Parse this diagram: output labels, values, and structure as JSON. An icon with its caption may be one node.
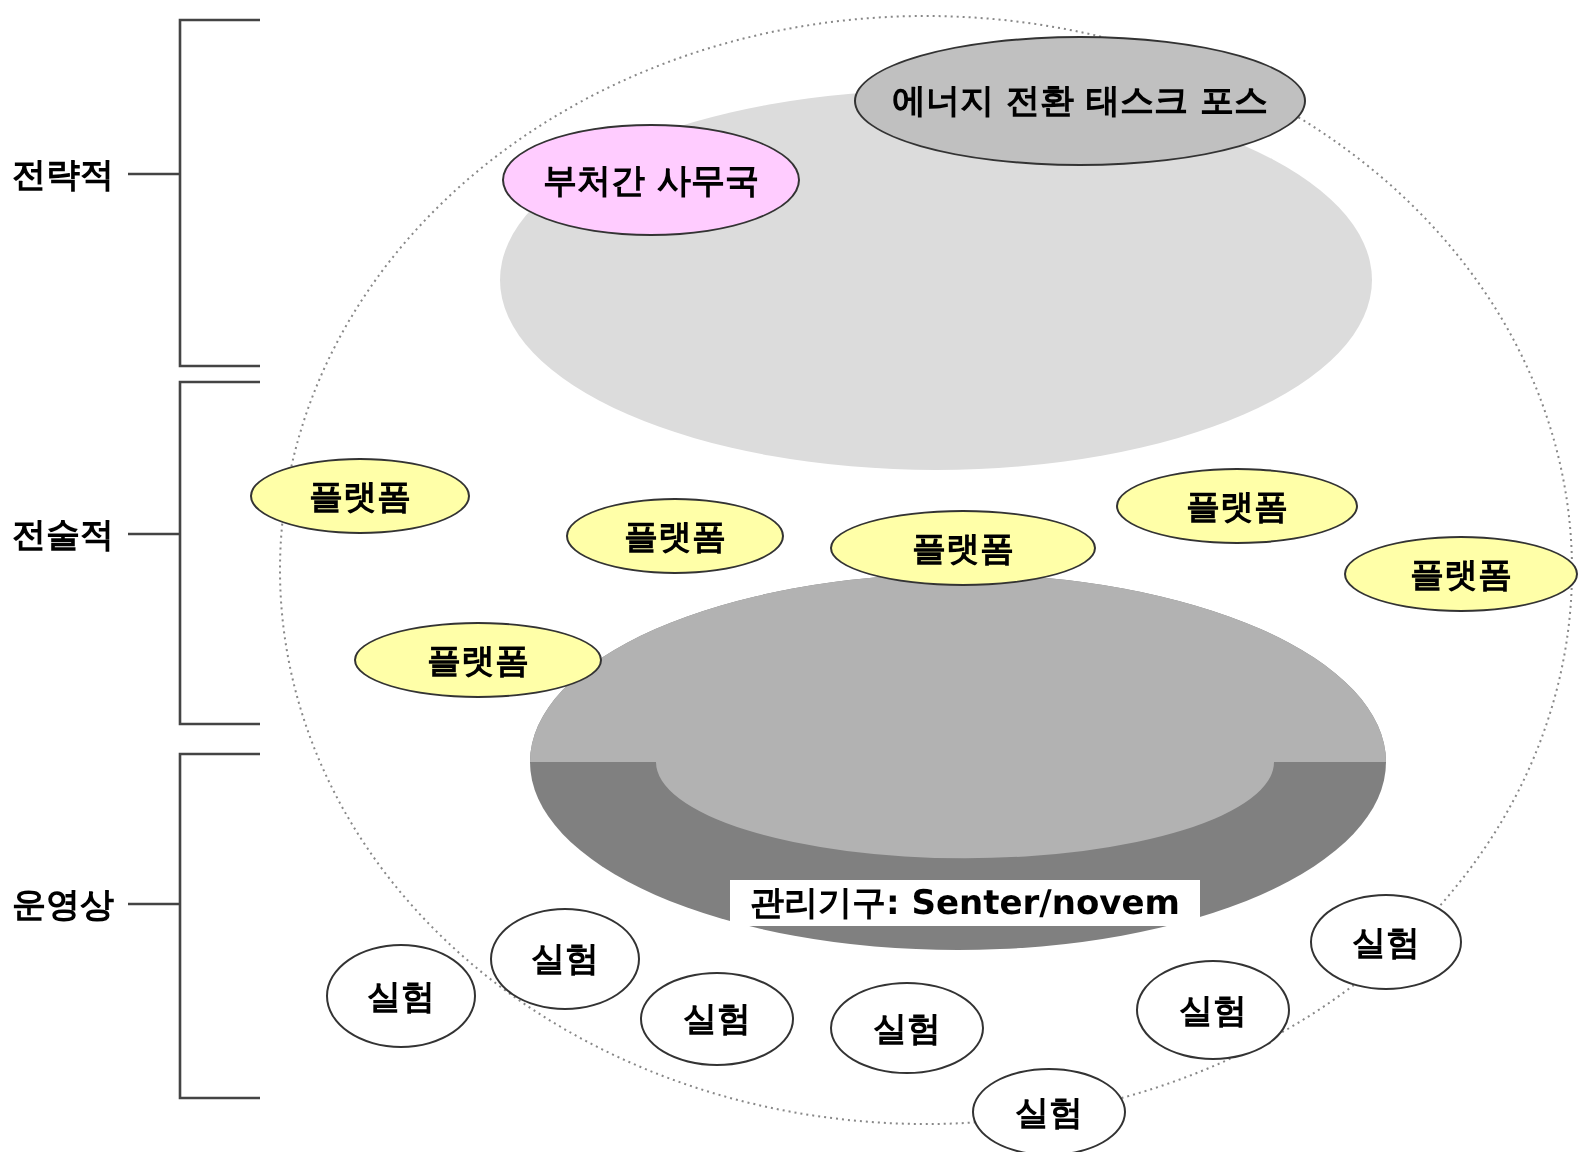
{
  "diagram": {
    "nodes": [
      {
        "text": [
          "에너지 전환 태스크 포스"
        ]
      },
      {
        "text": [
          "부처간 사무국"
        ]
      },
      {
        "text": [
          "플랫폼"
        ]
      },
      {
        "text": [
          "플랫폼"
        ]
      },
      {
        "text": [
          "플랫폼"
        ]
      },
      {
        "text": [
          "플랫폼"
        ]
      },
      {
        "text": [
          "플랫폼"
        ]
      },
      {
        "text": [
          "플랫폼"
        ]
      },
      {
        "text": [
          "관리기구: Senter/novem"
        ]
      },
      {
        "text": [
          "실험"
        ]
      },
      {
        "text": [
          "실험"
        ]
      },
      {
        "text": [
          "실험"
        ]
      },
      {
        "text": [
          "실험"
        ]
      },
      {
        "text": [
          "실험"
        ]
      },
      {
        "text": [
          "실험"
        ]
      },
      {
        "text": [
          "실험"
        ]
      }
    ],
    "labels": [
      "전략적",
      "전술적",
      "운영상"
    ]
  }
}
